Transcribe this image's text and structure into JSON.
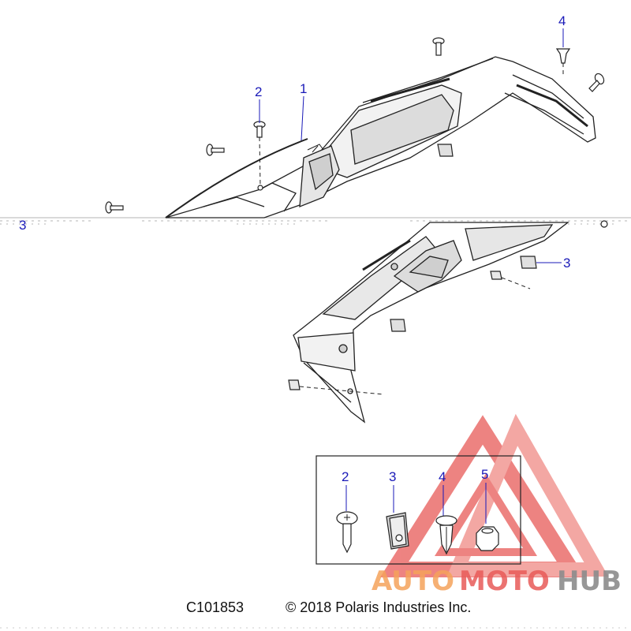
{
  "diagram": {
    "callouts": {
      "part_1": "1",
      "part_2": "2",
      "part_3_right": "3",
      "part_3_left": "3",
      "part_4": "4"
    },
    "legend": {
      "items": [
        {
          "number": "2",
          "part": "screw-icon"
        },
        {
          "number": "3",
          "part": "u-nut-clip-icon"
        },
        {
          "number": "4",
          "part": "push-rivet-icon"
        },
        {
          "number": "5",
          "part": "hex-nut-icon"
        }
      ]
    }
  },
  "footer": {
    "diagram_code": "C101853",
    "copyright": "© 2018 Polaris Industries Inc."
  },
  "watermark": {
    "text_auto": "AUTO",
    "text_moto": "MOTO",
    "text_hub": "HUB",
    "colors": {
      "orange": "#f5a25a",
      "red": "#e85a58",
      "gray": "#8c8c8c"
    }
  },
  "colors": {
    "callout": "#1a1ab8",
    "line": "#222222",
    "shade": "#dcdcdc"
  }
}
